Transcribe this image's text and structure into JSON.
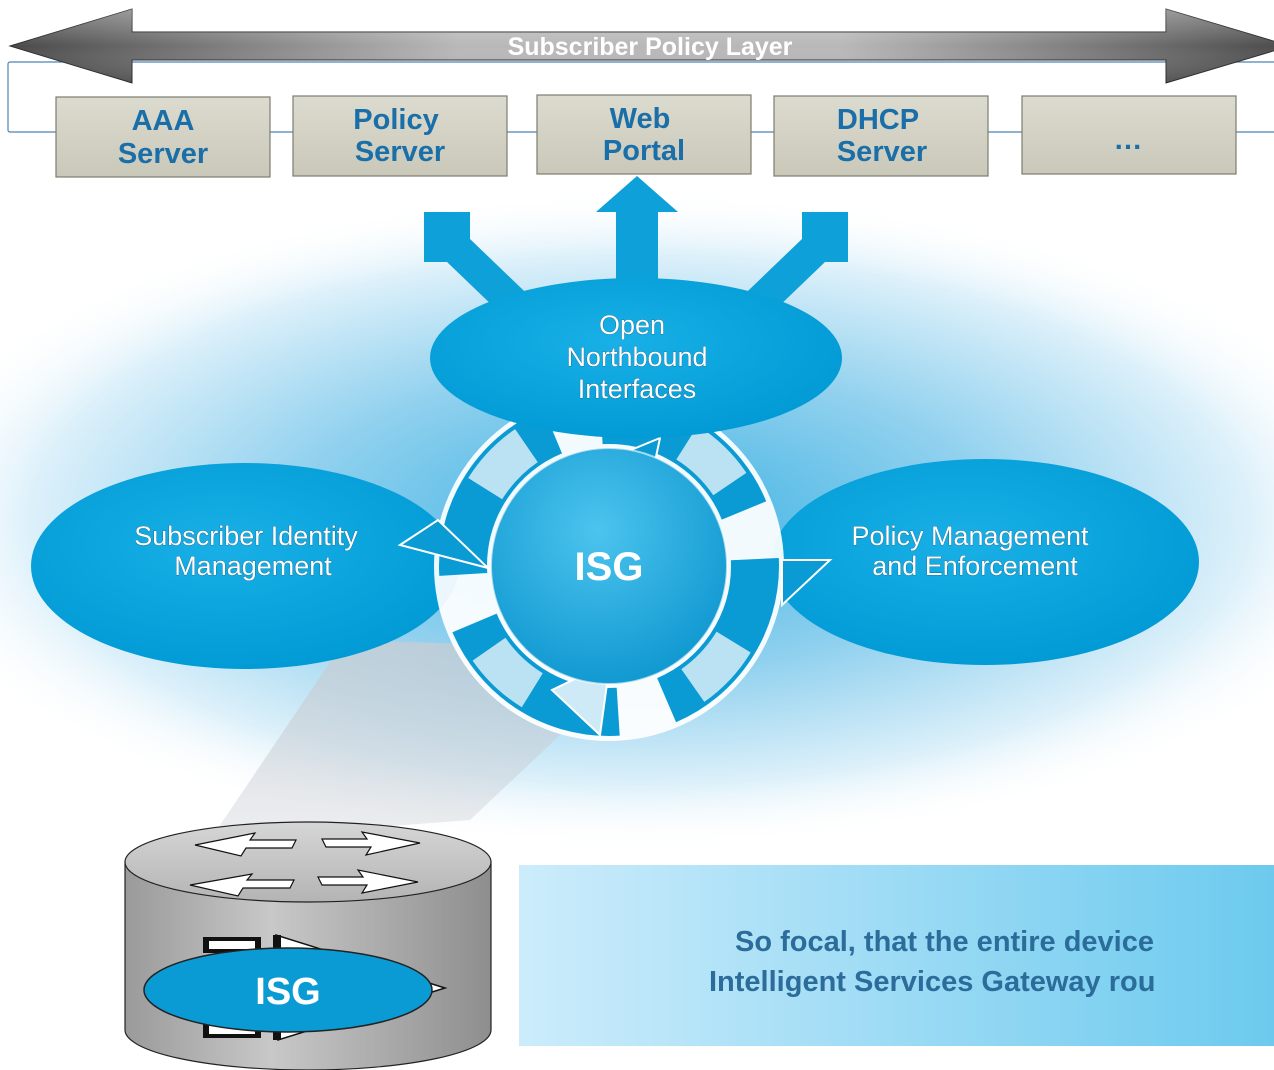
{
  "policy_layer": {
    "title": "Subscriber Policy Layer",
    "servers": [
      {
        "line1": "AAA",
        "line2": "Server"
      },
      {
        "line1": "Policy",
        "line2": "Server"
      },
      {
        "line1": "Web",
        "line2": "Portal"
      },
      {
        "line1": "DHCP",
        "line2": "Server"
      },
      {
        "line1": "…",
        "line2": ""
      }
    ]
  },
  "core": {
    "northbound": {
      "line1": "Open",
      "line2": "Northbound",
      "line3": "Interfaces"
    },
    "identity": {
      "line1": "Subscriber Identity",
      "line2": "Management"
    },
    "policy": {
      "line1": "Policy Management",
      "line2": "and Enforcement"
    },
    "center_label": "ISG"
  },
  "router": {
    "label": "ISG"
  },
  "caption": {
    "line1": "So focal, that the entire device",
    "line2": "Intelligent Services Gateway rou"
  },
  "colors": {
    "accent_blue": "#00a3dc",
    "server_box": "#d5d4c6",
    "caption_text": "#2b6c9a",
    "arrow_gray": "#6e6e6e"
  }
}
